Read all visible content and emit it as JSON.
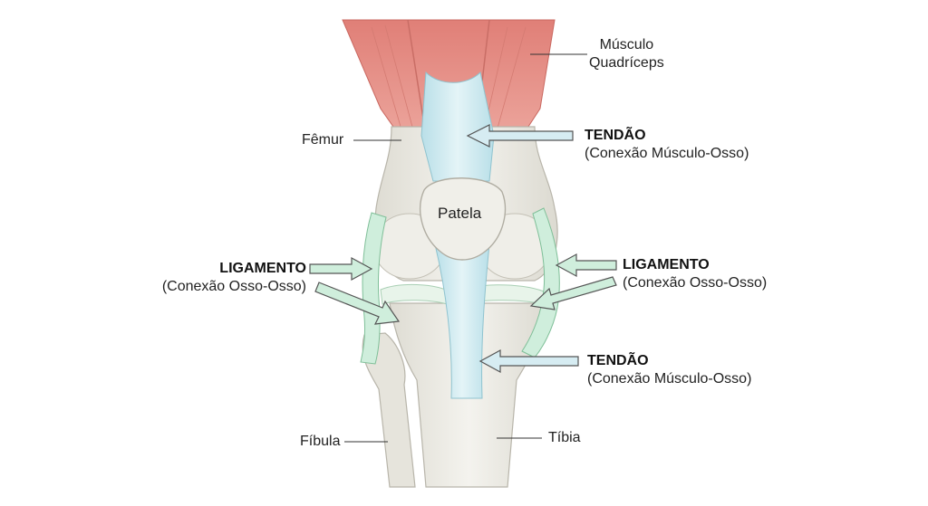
{
  "labels": {
    "muscle": [
      "Músculo",
      "Quadríceps"
    ],
    "femur": "Fêmur",
    "patella": "Patela",
    "fibula": "Fíbula",
    "tibia": "Tíbia",
    "tendon_top": {
      "title": "TENDÃO",
      "subtitle": "(Conexão Músculo-Osso)"
    },
    "tendon_bottom": {
      "title": "TENDÃO",
      "subtitle": "(Conexão Músculo-Osso)"
    },
    "ligament_left": {
      "title": "LIGAMENTO",
      "subtitle": "(Conexão Osso-Osso)"
    },
    "ligament_right": {
      "title": "LIGAMENTO",
      "subtitle": "(Conexão Osso-Osso)"
    }
  },
  "colors": {
    "muscle": "#e58f86",
    "bone": "#ecebe4",
    "tendon": "#cfe9ef",
    "ligament": "#cfeedc",
    "arrow_fill": "#d6ecf2"
  }
}
